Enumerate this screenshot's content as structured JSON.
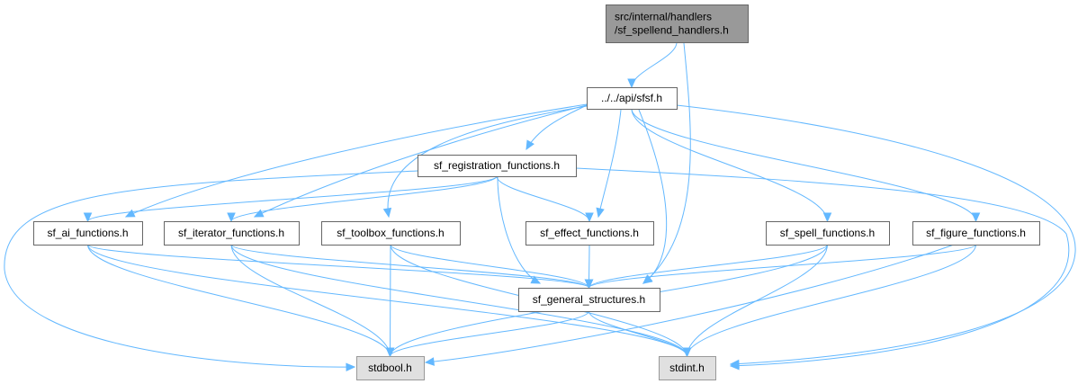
{
  "diagram": {
    "colors": {
      "edge": "#63b8ff",
      "root_fill": "#999999",
      "root_border": "#666666",
      "node_fill": "#ffffff",
      "node_border": "#666666",
      "external_fill": "#e0e0e0",
      "external_border": "#999999"
    },
    "nodes": {
      "root": {
        "lines": [
          "src/internal/handlers",
          "/sf_spellend_handlers.h"
        ],
        "style": "root"
      },
      "sfsf": {
        "lines": [
          "../../api/sfsf.h"
        ],
        "style": "normal"
      },
      "registration": {
        "lines": [
          "sf_registration_functions.h"
        ],
        "style": "normal"
      },
      "ai": {
        "lines": [
          "sf_ai_functions.h"
        ],
        "style": "normal"
      },
      "iterator": {
        "lines": [
          "sf_iterator_functions.h"
        ],
        "style": "normal"
      },
      "toolbox": {
        "lines": [
          "sf_toolbox_functions.h"
        ],
        "style": "normal"
      },
      "effect": {
        "lines": [
          "sf_effect_functions.h"
        ],
        "style": "normal"
      },
      "spell": {
        "lines": [
          "sf_spell_functions.h"
        ],
        "style": "normal"
      },
      "figure": {
        "lines": [
          "sf_figure_functions.h"
        ],
        "style": "normal"
      },
      "general": {
        "lines": [
          "sf_general_structures.h"
        ],
        "style": "normal"
      },
      "stdbool": {
        "lines": [
          "stdbool.h"
        ],
        "style": "external"
      },
      "stdint": {
        "lines": [
          "stdint.h"
        ],
        "style": "external"
      }
    },
    "edges": [
      [
        "root",
        "sfsf"
      ],
      [
        "root",
        "general"
      ],
      [
        "sfsf",
        "registration"
      ],
      [
        "sfsf",
        "ai"
      ],
      [
        "sfsf",
        "iterator"
      ],
      [
        "sfsf",
        "toolbox"
      ],
      [
        "sfsf",
        "effect"
      ],
      [
        "sfsf",
        "spell"
      ],
      [
        "sfsf",
        "figure"
      ],
      [
        "sfsf",
        "general"
      ],
      [
        "sfsf",
        "stdint"
      ],
      [
        "registration",
        "ai"
      ],
      [
        "registration",
        "iterator"
      ],
      [
        "registration",
        "effect"
      ],
      [
        "registration",
        "general"
      ],
      [
        "registration",
        "stdbool"
      ],
      [
        "registration",
        "stdint"
      ],
      [
        "ai",
        "general"
      ],
      [
        "ai",
        "stdbool"
      ],
      [
        "ai",
        "stdint"
      ],
      [
        "iterator",
        "general"
      ],
      [
        "iterator",
        "stdbool"
      ],
      [
        "iterator",
        "stdint"
      ],
      [
        "toolbox",
        "general"
      ],
      [
        "toolbox",
        "stdbool"
      ],
      [
        "toolbox",
        "stdint"
      ],
      [
        "effect",
        "general"
      ],
      [
        "spell",
        "general"
      ],
      [
        "spell",
        "stdbool"
      ],
      [
        "spell",
        "stdint"
      ],
      [
        "figure",
        "general"
      ],
      [
        "figure",
        "stdbool"
      ],
      [
        "figure",
        "stdint"
      ],
      [
        "general",
        "stdbool"
      ],
      [
        "general",
        "stdint"
      ]
    ]
  }
}
